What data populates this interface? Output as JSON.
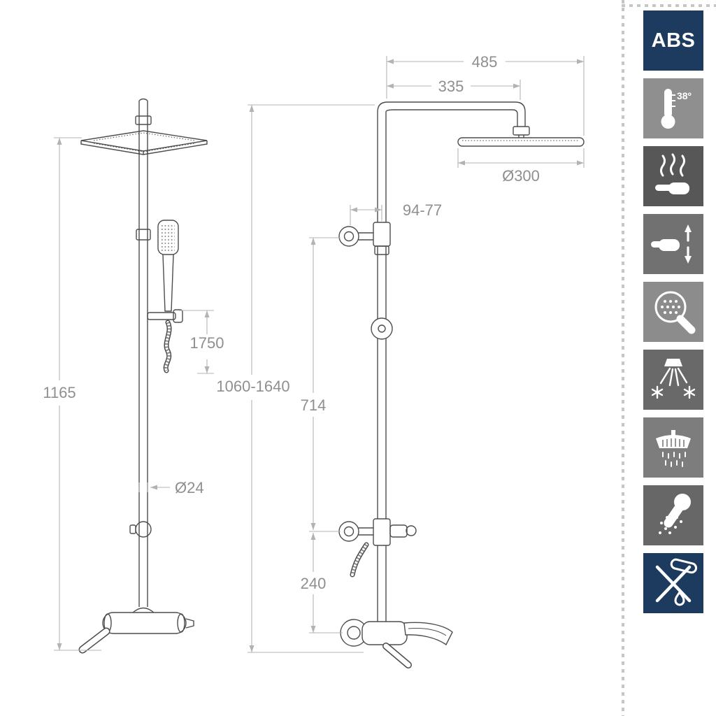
{
  "page": {
    "background": "#ffffff"
  },
  "colors": {
    "line": "#4d4d4d",
    "dimension_line": "#b3b3b3",
    "dimension_text": "#8f8f8f",
    "navy": "#1d3b5e",
    "dotted_guide": "#c6c6c6"
  },
  "drawing": {
    "description": "Shower column technical drawing, front and side elevations",
    "dims": {
      "top_width": "485",
      "arm_length": "335",
      "head_diameter": "Ø300",
      "wall_offset": "94-77",
      "hand_height": "1750",
      "total_height": "1165",
      "column_range": "1060-1640",
      "mid_segment": "714",
      "bottom_segment": "240",
      "pipe_diameter": "Ø24"
    }
  },
  "badges": [
    {
      "id": "abs-material",
      "label": "ABS",
      "bg": "#1d3b5e"
    },
    {
      "id": "thermostatic-38",
      "label": "38º",
      "bg": "#8f8f8f"
    },
    {
      "id": "anti-scald-hand",
      "bg": "#575757"
    },
    {
      "id": "adjustable-flow",
      "bg": "#717171"
    },
    {
      "id": "easy-clean-nozzles",
      "bg": "#8c8c8c"
    },
    {
      "id": "anti-limescale-spray",
      "bg": "#696969"
    },
    {
      "id": "rain-shower",
      "bg": "#7d7d7d"
    },
    {
      "id": "hand-shower",
      "bg": "#676767"
    },
    {
      "id": "no-leak",
      "bg": "#1d3b5e"
    }
  ]
}
